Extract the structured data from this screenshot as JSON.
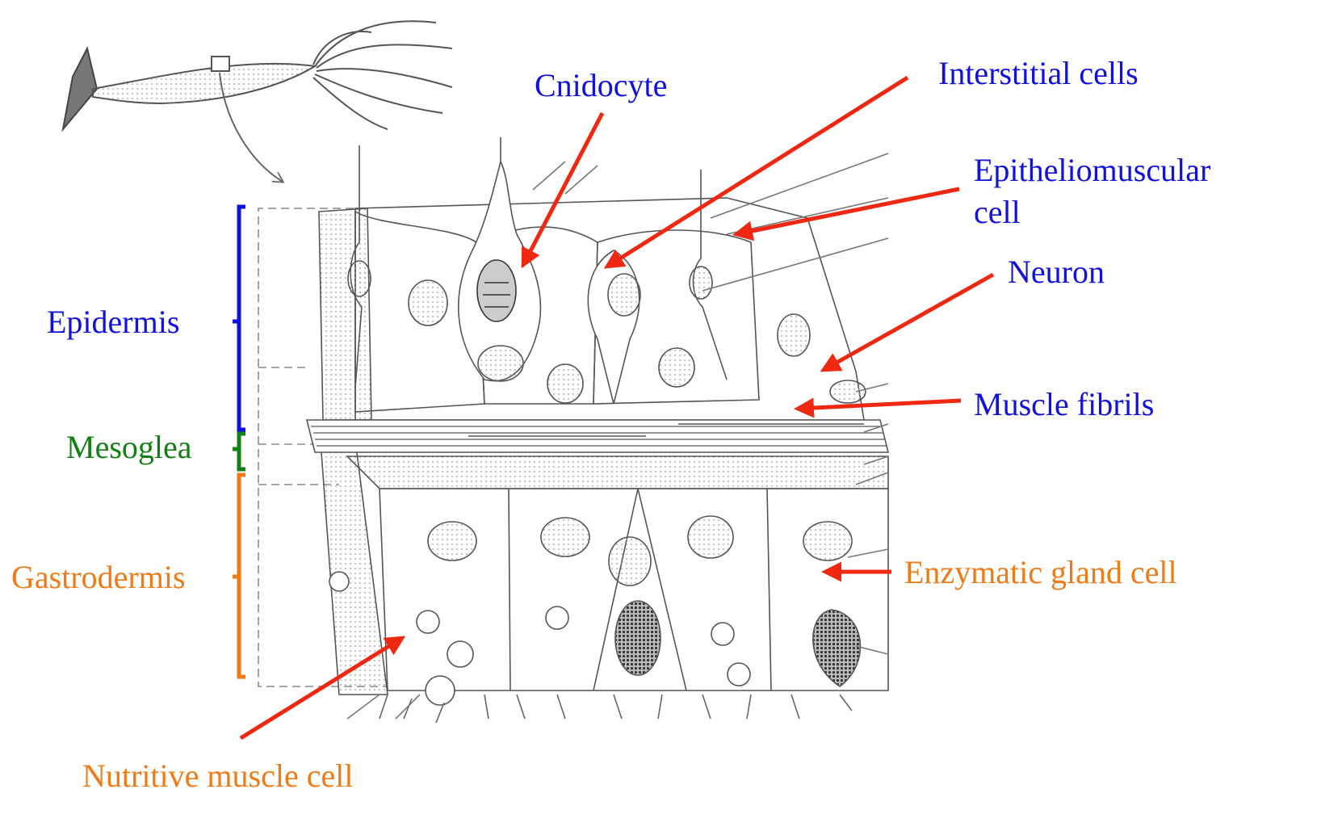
{
  "colors": {
    "blue": "#1010e0",
    "green": "#128012",
    "orange": "#f07a14",
    "arrow_red": "#f02812",
    "ink": "#555555",
    "stipple": "#8a8a8a"
  },
  "layers": {
    "epidermis": "Epidermis",
    "mesoglea": "Mesoglea",
    "gastrodermis": "Gastrodermis"
  },
  "labels": {
    "cnidocyte": "Cnidocyte",
    "interstitial_cells": "Interstitial cells",
    "epitheliomuscular_line1": "Epitheliomuscular",
    "epitheliomuscular_line2": "cell",
    "neuron": "Neuron",
    "muscle_fibrils": "Muscle fibrils",
    "enzymatic_gland_cell": "Enzymatic gland cell",
    "nutritive_muscle_cell": "Nutritive muscle cell"
  },
  "icons": {
    "hydra": "hydra-body-illustration",
    "tissue": "tissue-block-illustration"
  }
}
